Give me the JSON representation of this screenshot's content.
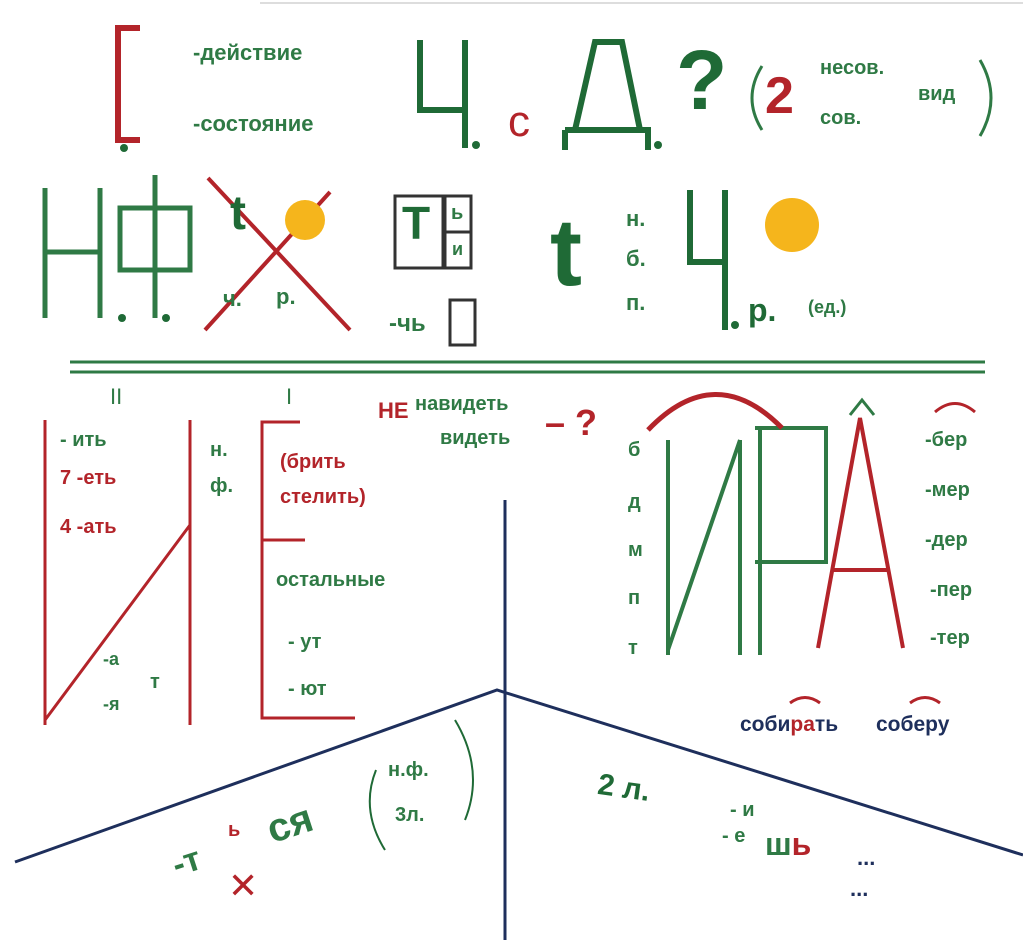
{
  "colors": {
    "green": "#2f7a45",
    "dark_green": "#1f6a36",
    "red": "#b3242a",
    "navy": "#1e2f5c",
    "smiley": "#f5b51c"
  },
  "top": {
    "action": "-действие",
    "state": "-состояние",
    "question": "?",
    "small_s": "с",
    "paren_open": "(",
    "paren_close": ")",
    "two": "2",
    "nesov": "несов.",
    "sov": "сов.",
    "vid": "вид"
  },
  "row2": {
    "t_crossed": "t",
    "ch": "ч.",
    "r": "р.",
    "t_letter": "Т",
    "soft_sign": "ь",
    "i_letter": "и",
    "ch_suffix": "-чь",
    "big_t": "t",
    "n": "н.",
    "b": "б.",
    "p": "п.",
    "r2": "р.",
    "ed": "(ед.)"
  },
  "conj": {
    "roman_two": "II",
    "roman_one": "I",
    "it": "- ить",
    "et": "7 -еть",
    "at": "4 -ать",
    "a": "-а",
    "ya": "-я",
    "t": "т",
    "nf_n": "н.",
    "nf_f": "ф.",
    "brit": "(брить",
    "stelit": "стелить)",
    "other": "остальные",
    "ut": "- ут",
    "yut": "- ют",
    "ne": "НЕ",
    "navidet": "навидеть",
    "videt": "видеть",
    "dash_q": "– ?"
  },
  "ira": {
    "letters": [
      "б",
      "д",
      "м",
      "п",
      "т"
    ],
    "roots": [
      "-бер",
      "-мер",
      "-дер",
      "-пер",
      "-тер"
    ],
    "sobi": "соби",
    "ra": "ра",
    "t_end": "ть",
    "sobe": "собе",
    "ru": "ру"
  },
  "bottom": {
    "t": "-т",
    "soft": "ь",
    "sya": "ся",
    "nf": "н.ф.",
    "three_l": "3л.",
    "two_l": "2 л.",
    "i": "- и",
    "e": "- е",
    "sh": "ш",
    "sh_soft": "ь",
    "dots1": "...",
    "dots2": "..."
  }
}
